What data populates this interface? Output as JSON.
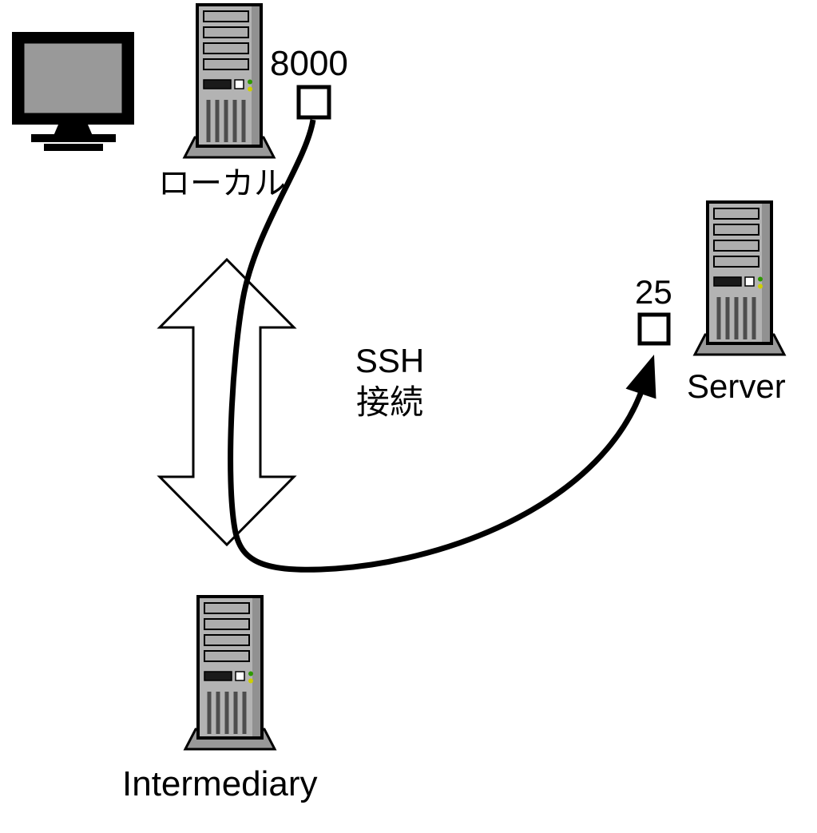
{
  "diagram": {
    "local": {
      "icon": "computer-tower-icon",
      "monitor_icon": "monitor-icon",
      "label": "ローカル",
      "port_label": "8000"
    },
    "ssh_connection": {
      "icon": "double-arrow-icon",
      "line1": "SSH",
      "line2": "接続"
    },
    "server": {
      "icon": "computer-tower-icon",
      "label": "Server",
      "port_label": "25"
    },
    "intermediary": {
      "icon": "computer-tower-icon",
      "label": "Intermediary"
    },
    "colors": {
      "outline": "#000000",
      "tower_body": "#b3b3b3",
      "tower_base": "#999999",
      "screen": "#999999",
      "port_box_fill": "#ffffff",
      "arrow_fill": "#ffffff",
      "led_green": "#2e9900",
      "led_yellow": "#cfcf00"
    }
  }
}
